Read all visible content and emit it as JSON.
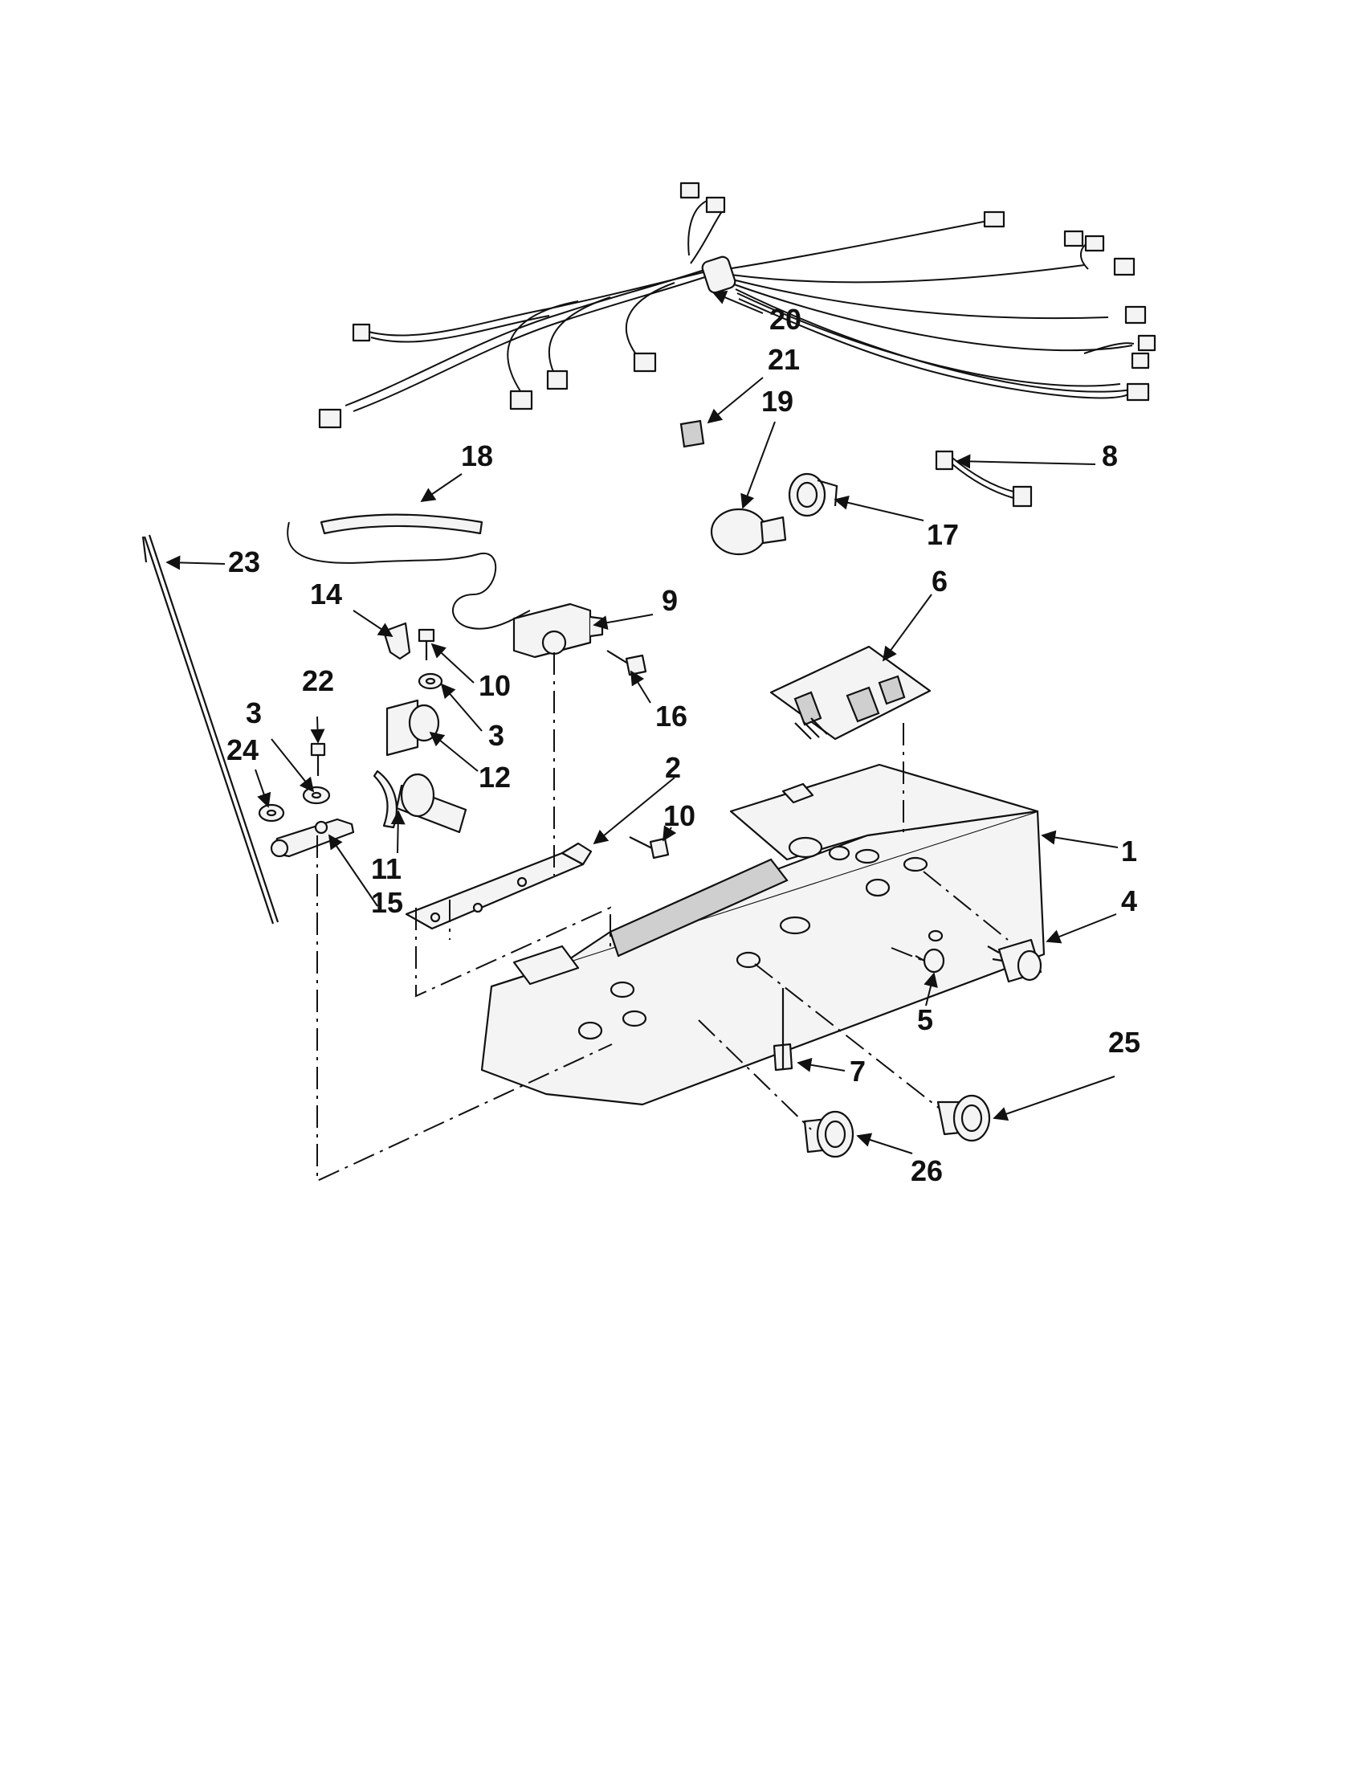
{
  "callouts": {
    "c1": "1",
    "c2": "2",
    "c3a": "3",
    "c3b": "3",
    "c4": "4",
    "c5": "5",
    "c6": "6",
    "c7": "7",
    "c8": "8",
    "c9": "9",
    "c10a": "10",
    "c10b": "10",
    "c11": "11",
    "c12": "12",
    "c14": "14",
    "c15": "15",
    "c16": "16",
    "c17": "17",
    "c18": "18",
    "c19": "19",
    "c20": "20",
    "c21": "21",
    "c22": "22",
    "c23": "23",
    "c24": "24",
    "c25": "25",
    "c26": "26"
  }
}
